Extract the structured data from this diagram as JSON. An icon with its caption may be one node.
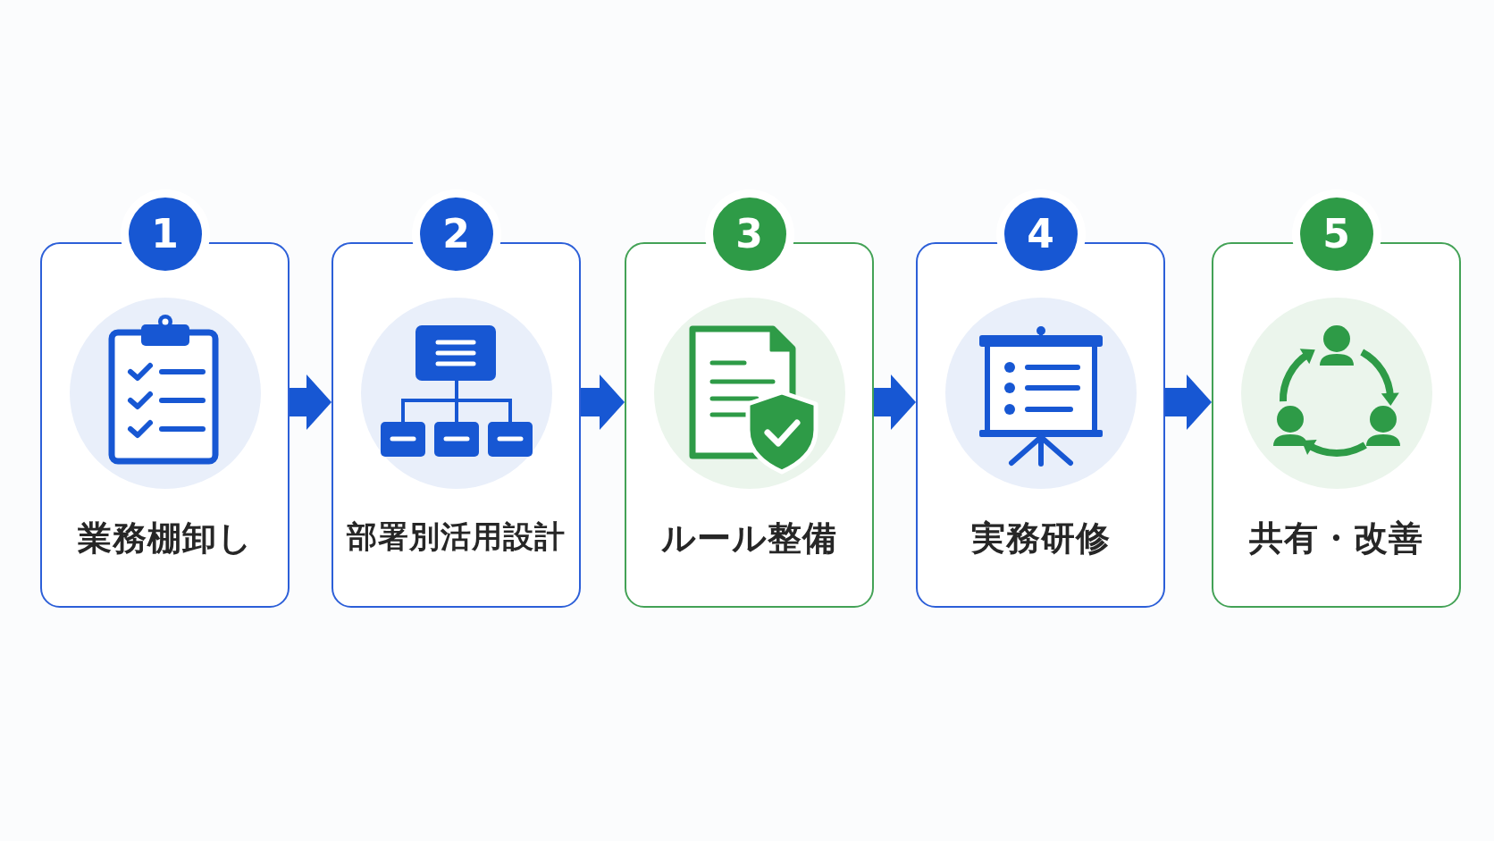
{
  "diagram": {
    "nodes": [
      {
        "text": [
          "1",
          "業務棚卸し"
        ]
      },
      {
        "text": [
          "2",
          "部署別活用設計"
        ]
      },
      {
        "text": [
          "3",
          "ルール整備"
        ]
      },
      {
        "text": [
          "4",
          "実務研修"
        ]
      },
      {
        "text": [
          "5",
          "共有・改善"
        ]
      }
    ],
    "edges": [
      {
        "from": 0,
        "to": 1,
        "arrow": "to"
      },
      {
        "from": 1,
        "to": 2,
        "arrow": "to"
      },
      {
        "from": 2,
        "to": 3,
        "arrow": "to"
      },
      {
        "from": 3,
        "to": 4,
        "arrow": "to"
      }
    ]
  }
}
